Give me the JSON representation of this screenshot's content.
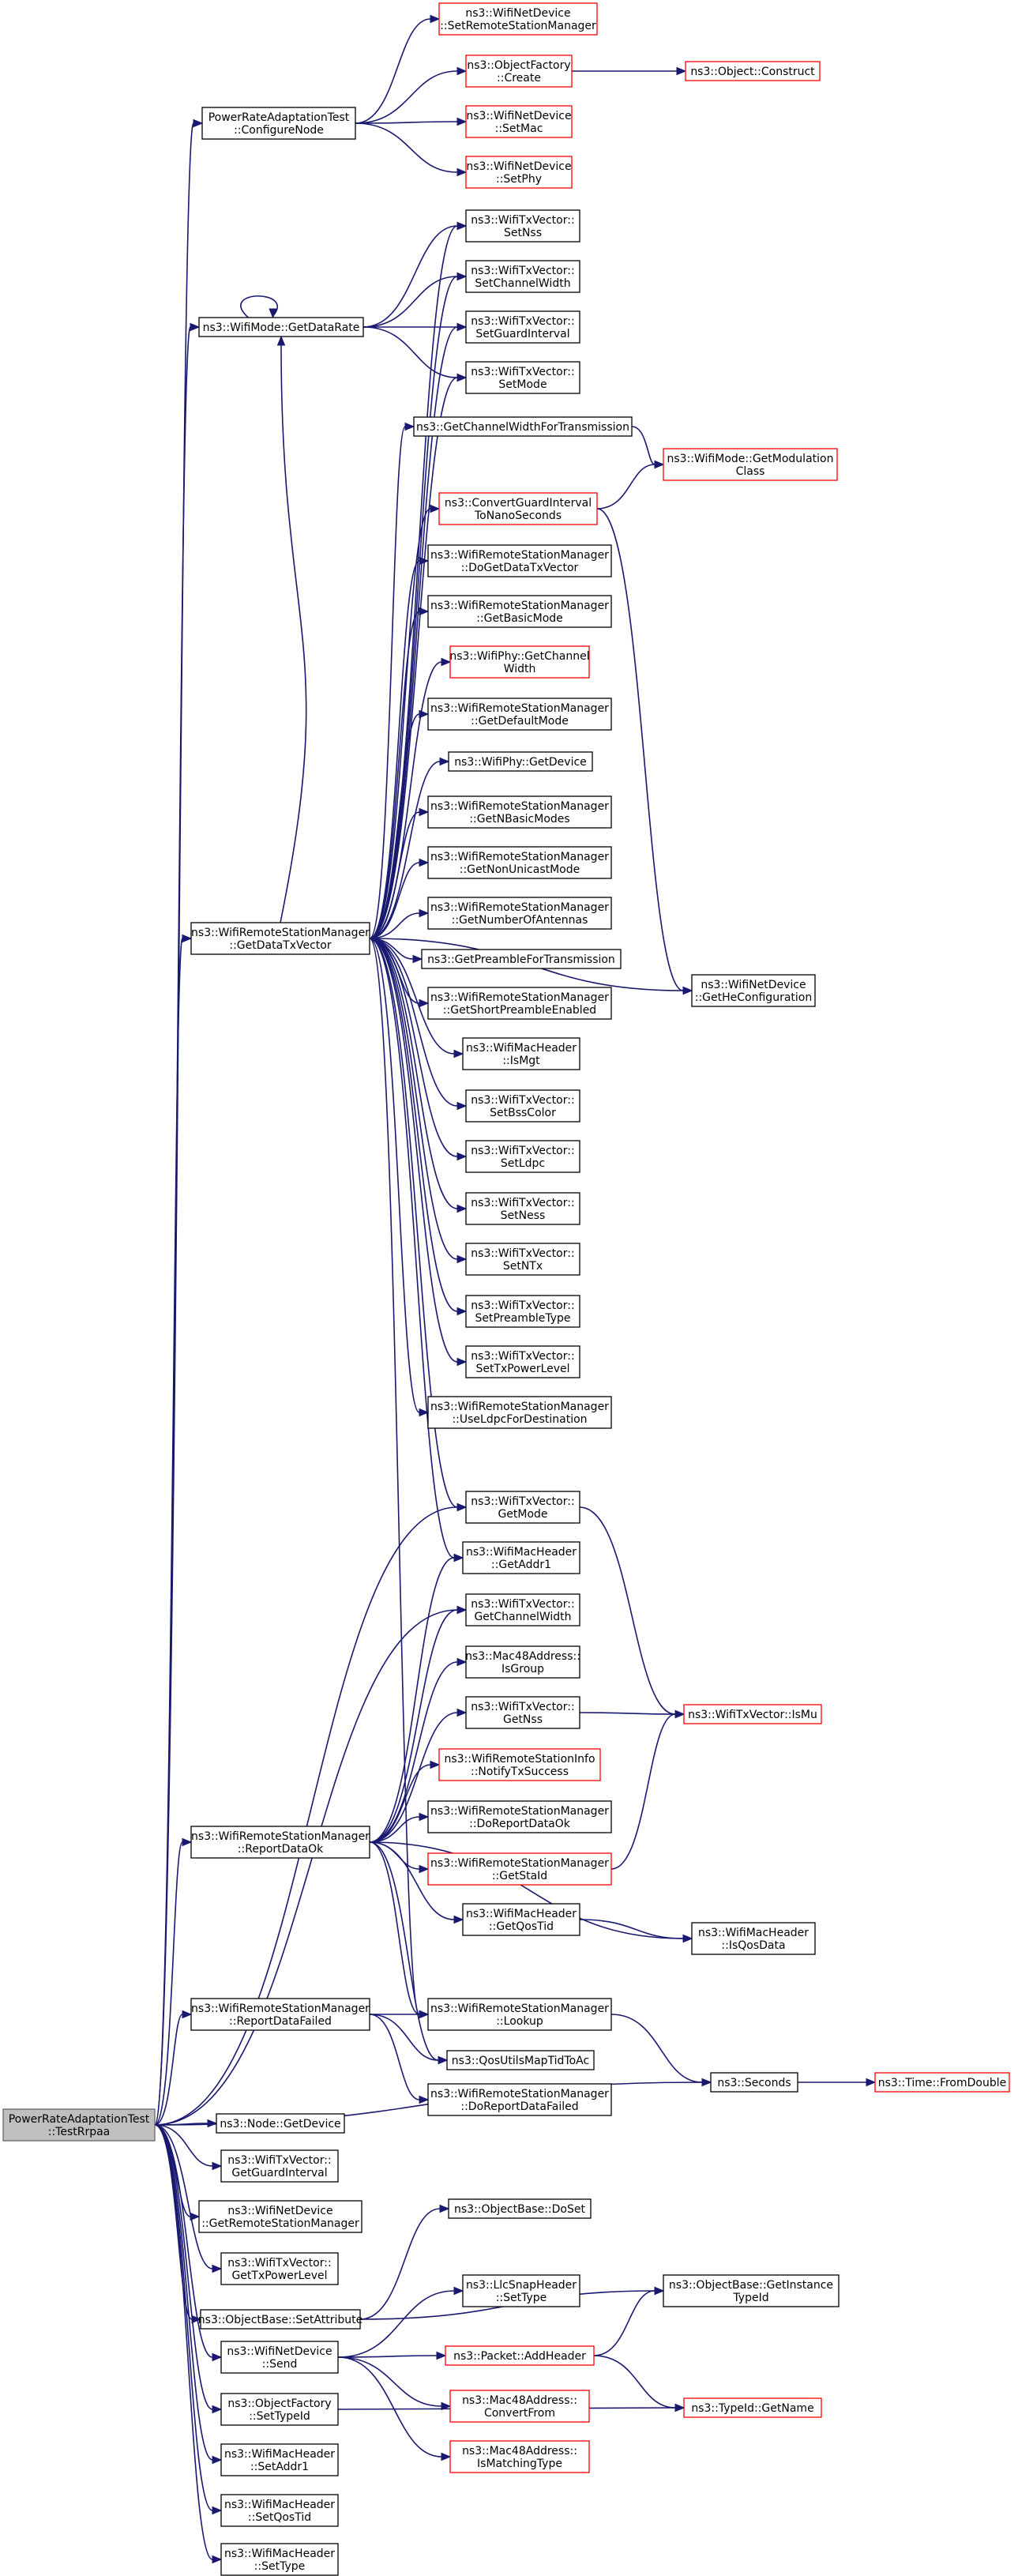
{
  "graph": {
    "nodes": [
      {
        "id": "root",
        "lines": [
          "PowerRateAdaptationTest",
          "::TestRrpaa"
        ],
        "kind": "root"
      },
      {
        "id": "configureNode",
        "lines": [
          "PowerRateAdaptationTest",
          "::ConfigureNode"
        ]
      },
      {
        "id": "setRemoteStationManager",
        "lines": [
          "ns3::WifiNetDevice",
          "::SetRemoteStationManager"
        ],
        "kind": "red"
      },
      {
        "id": "objectFactoryCreate",
        "lines": [
          "ns3::ObjectFactory",
          "::Create"
        ],
        "kind": "red"
      },
      {
        "id": "objectConstruct",
        "lines": [
          "ns3::Object::Construct"
        ],
        "kind": "red"
      },
      {
        "id": "setMac",
        "lines": [
          "ns3::WifiNetDevice",
          "::SetMac"
        ],
        "kind": "red"
      },
      {
        "id": "setPhy",
        "lines": [
          "ns3::WifiNetDevice",
          "::SetPhy"
        ],
        "kind": "red"
      },
      {
        "id": "getDataRate",
        "lines": [
          "ns3::WifiMode::GetDataRate"
        ]
      },
      {
        "id": "setNss",
        "lines": [
          "ns3::WifiTxVector::",
          "SetNss"
        ]
      },
      {
        "id": "setChannelWidth",
        "lines": [
          "ns3::WifiTxVector::",
          "SetChannelWidth"
        ]
      },
      {
        "id": "setGuardInterval",
        "lines": [
          "ns3::WifiTxVector::",
          "SetGuardInterval"
        ]
      },
      {
        "id": "setMode",
        "lines": [
          "ns3::WifiTxVector::",
          "SetMode"
        ]
      },
      {
        "id": "getChannelWidthForTx",
        "lines": [
          "ns3::GetChannelWidthForTransmission"
        ]
      },
      {
        "id": "getModulationClass",
        "lines": [
          "ns3::WifiMode::GetModulation",
          "Class"
        ],
        "kind": "red"
      },
      {
        "id": "convertGuardInterval",
        "lines": [
          "ns3::ConvertGuardInterval",
          "ToNanoSeconds"
        ],
        "kind": "red"
      },
      {
        "id": "doGetDataTxVector",
        "lines": [
          "ns3::WifiRemoteStationManager",
          "::DoGetDataTxVector"
        ]
      },
      {
        "id": "getBasicMode",
        "lines": [
          "ns3::WifiRemoteStationManager",
          "::GetBasicMode"
        ]
      },
      {
        "id": "getChannelWidthPhy",
        "lines": [
          "ns3::WifiPhy::GetChannel",
          "Width"
        ],
        "kind": "red"
      },
      {
        "id": "getDefaultMode",
        "lines": [
          "ns3::WifiRemoteStationManager",
          "::GetDefaultMode"
        ]
      },
      {
        "id": "getDevice",
        "lines": [
          "ns3::WifiPhy::GetDevice"
        ]
      },
      {
        "id": "getNBasicModes",
        "lines": [
          "ns3::WifiRemoteStationManager",
          "::GetNBasicModes"
        ]
      },
      {
        "id": "getNonUnicastMode",
        "lines": [
          "ns3::WifiRemoteStationManager",
          "::GetNonUnicastMode"
        ]
      },
      {
        "id": "getNumberOfAntennas",
        "lines": [
          "ns3::WifiRemoteStationManager",
          "::GetNumberOfAntennas"
        ]
      },
      {
        "id": "getDataTxVector",
        "lines": [
          "ns3::WifiRemoteStationManager",
          "::GetDataTxVector"
        ]
      },
      {
        "id": "getPreambleForTx",
        "lines": [
          "ns3::GetPreambleForTransmission"
        ]
      },
      {
        "id": "getShortPreambleEnabled",
        "lines": [
          "ns3::WifiRemoteStationManager",
          "::GetShortPreambleEnabled"
        ]
      },
      {
        "id": "getHeConfiguration",
        "lines": [
          "ns3::WifiNetDevice",
          "::GetHeConfiguration"
        ]
      },
      {
        "id": "isMgt",
        "lines": [
          "ns3::WifiMacHeader",
          "::IsMgt"
        ]
      },
      {
        "id": "setBssColor",
        "lines": [
          "ns3::WifiTxVector::",
          "SetBssColor"
        ]
      },
      {
        "id": "setLdpc",
        "lines": [
          "ns3::WifiTxVector::",
          "SetLdpc"
        ]
      },
      {
        "id": "setNess",
        "lines": [
          "ns3::WifiTxVector::",
          "SetNess"
        ]
      },
      {
        "id": "setNTx",
        "lines": [
          "ns3::WifiTxVector::",
          "SetNTx"
        ]
      },
      {
        "id": "setPreambleType",
        "lines": [
          "ns3::WifiTxVector::",
          "SetPreambleType"
        ]
      },
      {
        "id": "setTxPowerLevel",
        "lines": [
          "ns3::WifiTxVector::",
          "SetTxPowerLevel"
        ]
      },
      {
        "id": "useLdpcForDestination",
        "lines": [
          "ns3::WifiRemoteStationManager",
          "::UseLdpcForDestination"
        ]
      },
      {
        "id": "getMode",
        "lines": [
          "ns3::WifiTxVector::",
          "GetMode"
        ]
      },
      {
        "id": "getAddr1",
        "lines": [
          "ns3::WifiMacHeader",
          "::GetAddr1"
        ]
      },
      {
        "id": "getChannelWidthTx",
        "lines": [
          "ns3::WifiTxVector::",
          "GetChannelWidth"
        ]
      },
      {
        "id": "isGroup",
        "lines": [
          "ns3::Mac48Address::",
          "IsGroup"
        ]
      },
      {
        "id": "getNss",
        "lines": [
          "ns3::WifiTxVector::",
          "GetNss"
        ]
      },
      {
        "id": "isMu",
        "lines": [
          "ns3::WifiTxVector::IsMu"
        ],
        "kind": "red"
      },
      {
        "id": "notifyTxSuccess",
        "lines": [
          "ns3::WifiRemoteStationInfo",
          "::NotifyTxSuccess"
        ],
        "kind": "red"
      },
      {
        "id": "reportDataOk",
        "lines": [
          "ns3::WifiRemoteStationManager",
          "::ReportDataOk"
        ]
      },
      {
        "id": "doReportDataOk",
        "lines": [
          "ns3::WifiRemoteStationManager",
          "::DoReportDataOk"
        ]
      },
      {
        "id": "getStaId",
        "lines": [
          "ns3::WifiRemoteStationManager",
          "::GetStaId"
        ],
        "kind": "red"
      },
      {
        "id": "getQosTid",
        "lines": [
          "ns3::WifiMacHeader",
          "::GetQosTid"
        ]
      },
      {
        "id": "isQosData",
        "lines": [
          "ns3::WifiMacHeader",
          "::IsQosData"
        ]
      },
      {
        "id": "reportDataFailed",
        "lines": [
          "ns3::WifiRemoteStationManager",
          "::ReportDataFailed"
        ]
      },
      {
        "id": "lookup",
        "lines": [
          "ns3::WifiRemoteStationManager",
          "::Lookup"
        ]
      },
      {
        "id": "qosUtilsMapTidToAc",
        "lines": [
          "ns3::QosUtilsMapTidToAc"
        ]
      },
      {
        "id": "seconds",
        "lines": [
          "ns3::Seconds"
        ]
      },
      {
        "id": "fromDouble",
        "lines": [
          "ns3::Time::FromDouble"
        ],
        "kind": "red"
      },
      {
        "id": "doReportDataFailed",
        "lines": [
          "ns3::WifiRemoteStationManager",
          "::DoReportDataFailed"
        ]
      },
      {
        "id": "nodeGetDevice",
        "lines": [
          "ns3::Node::GetDevice"
        ]
      },
      {
        "id": "getGuardInterval",
        "lines": [
          "ns3::WifiTxVector::",
          "GetGuardInterval"
        ]
      },
      {
        "id": "getRemoteStationManager",
        "lines": [
          "ns3::WifiNetDevice",
          "::GetRemoteStationManager"
        ]
      },
      {
        "id": "getTxPowerLevel",
        "lines": [
          "ns3::WifiTxVector::",
          "GetTxPowerLevel"
        ]
      },
      {
        "id": "doSet",
        "lines": [
          "ns3::ObjectBase::DoSet"
        ]
      },
      {
        "id": "setAttribute",
        "lines": [
          "ns3::ObjectBase::SetAttribute"
        ]
      },
      {
        "id": "getInstanceTypeId",
        "lines": [
          "ns3::ObjectBase::GetInstance",
          "TypeId"
        ]
      },
      {
        "id": "llcSetType",
        "lines": [
          "ns3::LlcSnapHeader",
          "::SetType"
        ]
      },
      {
        "id": "send",
        "lines": [
          "ns3::WifiNetDevice",
          "::Send"
        ]
      },
      {
        "id": "addHeader",
        "lines": [
          "ns3::Packet::AddHeader"
        ],
        "kind": "red"
      },
      {
        "id": "convertFrom",
        "lines": [
          "ns3::Mac48Address::",
          "ConvertFrom"
        ],
        "kind": "red"
      },
      {
        "id": "setTypeId",
        "lines": [
          "ns3::ObjectFactory",
          "::SetTypeId"
        ]
      },
      {
        "id": "getName",
        "lines": [
          "ns3::TypeId::GetName"
        ],
        "kind": "red"
      },
      {
        "id": "isMatchingType",
        "lines": [
          "ns3::Mac48Address::",
          "IsMatchingType"
        ],
        "kind": "red"
      },
      {
        "id": "setAddr1",
        "lines": [
          "ns3::WifiMacHeader",
          "::SetAddr1"
        ]
      },
      {
        "id": "setQosTid",
        "lines": [
          "ns3::WifiMacHeader",
          "::SetQosTid"
        ]
      },
      {
        "id": "macSetType",
        "lines": [
          "ns3::WifiMacHeader",
          "::SetType"
        ]
      }
    ],
    "edges": [
      [
        "root",
        "configureNode"
      ],
      [
        "configureNode",
        "setRemoteStationManager"
      ],
      [
        "configureNode",
        "objectFactoryCreate"
      ],
      [
        "objectFactoryCreate",
        "objectConstruct"
      ],
      [
        "configureNode",
        "setMac"
      ],
      [
        "configureNode",
        "setPhy"
      ],
      [
        "root",
        "getDataRate"
      ],
      [
        "getDataRate",
        "getDataRate"
      ],
      [
        "getDataRate",
        "setNss"
      ],
      [
        "getDataRate",
        "setChannelWidth"
      ],
      [
        "getDataRate",
        "setGuardInterval"
      ],
      [
        "getDataRate",
        "setMode"
      ],
      [
        "getChannelWidthForTx",
        "getModulationClass"
      ],
      [
        "convertGuardInterval",
        "getModulationClass"
      ],
      [
        "convertGuardInterval",
        "getHeConfiguration"
      ],
      [
        "root",
        "getDataTxVector"
      ],
      [
        "getDataTxVector",
        "getDataRate"
      ],
      [
        "getDataTxVector",
        "setNss"
      ],
      [
        "getDataTxVector",
        "setChannelWidth"
      ],
      [
        "getDataTxVector",
        "setGuardInterval"
      ],
      [
        "getDataTxVector",
        "setMode"
      ],
      [
        "getDataTxVector",
        "getChannelWidthForTx"
      ],
      [
        "getDataTxVector",
        "convertGuardInterval"
      ],
      [
        "getDataTxVector",
        "doGetDataTxVector"
      ],
      [
        "getDataTxVector",
        "getBasicMode"
      ],
      [
        "getDataTxVector",
        "getChannelWidthPhy"
      ],
      [
        "getDataTxVector",
        "getDefaultMode"
      ],
      [
        "getDataTxVector",
        "getDevice"
      ],
      [
        "getDataTxVector",
        "getNBasicModes"
      ],
      [
        "getDataTxVector",
        "getNonUnicastMode"
      ],
      [
        "getDataTxVector",
        "getNumberOfAntennas"
      ],
      [
        "getDataTxVector",
        "getPreambleForTx"
      ],
      [
        "getDataTxVector",
        "getShortPreambleEnabled"
      ],
      [
        "getDataTxVector",
        "isMgt"
      ],
      [
        "getDataTxVector",
        "setBssColor"
      ],
      [
        "getDataTxVector",
        "setLdpc"
      ],
      [
        "getDataTxVector",
        "setNess"
      ],
      [
        "getDataTxVector",
        "setNTx"
      ],
      [
        "getDataTxVector",
        "setPreambleType"
      ],
      [
        "getDataTxVector",
        "setTxPowerLevel"
      ],
      [
        "getDataTxVector",
        "useLdpcForDestination"
      ],
      [
        "getDataTxVector",
        "getHeConfiguration"
      ],
      [
        "getDataTxVector",
        "getMode"
      ],
      [
        "getDataTxVector",
        "getAddr1"
      ],
      [
        "getDataTxVector",
        "lookup"
      ],
      [
        "root",
        "getMode"
      ],
      [
        "getMode",
        "isMu"
      ],
      [
        "root",
        "getChannelWidthTx"
      ],
      [
        "getNss",
        "isMu"
      ],
      [
        "getStaId",
        "isMu"
      ],
      [
        "root",
        "reportDataOk"
      ],
      [
        "reportDataOk",
        "getAddr1"
      ],
      [
        "reportDataOk",
        "getChannelWidthTx"
      ],
      [
        "reportDataOk",
        "isGroup"
      ],
      [
        "reportDataOk",
        "getNss"
      ],
      [
        "reportDataOk",
        "notifyTxSuccess"
      ],
      [
        "reportDataOk",
        "doReportDataOk"
      ],
      [
        "reportDataOk",
        "getStaId"
      ],
      [
        "reportDataOk",
        "getQosTid"
      ],
      [
        "reportDataOk",
        "isQosData"
      ],
      [
        "reportDataOk",
        "lookup"
      ],
      [
        "reportDataOk",
        "qosUtilsMapTidToAc"
      ],
      [
        "getQosTid",
        "isQosData"
      ],
      [
        "root",
        "reportDataFailed"
      ],
      [
        "reportDataFailed",
        "lookup"
      ],
      [
        "reportDataFailed",
        "qosUtilsMapTidToAc"
      ],
      [
        "reportDataFailed",
        "doReportDataFailed"
      ],
      [
        "lookup",
        "seconds"
      ],
      [
        "root",
        "seconds"
      ],
      [
        "seconds",
        "fromDouble"
      ],
      [
        "root",
        "nodeGetDevice"
      ],
      [
        "root",
        "getGuardInterval"
      ],
      [
        "root",
        "getRemoteStationManager"
      ],
      [
        "root",
        "getTxPowerLevel"
      ],
      [
        "root",
        "setAttribute"
      ],
      [
        "setAttribute",
        "doSet"
      ],
      [
        "setAttribute",
        "getInstanceTypeId"
      ],
      [
        "root",
        "send"
      ],
      [
        "send",
        "llcSetType"
      ],
      [
        "send",
        "addHeader"
      ],
      [
        "send",
        "convertFrom"
      ],
      [
        "send",
        "isMatchingType"
      ],
      [
        "addHeader",
        "getInstanceTypeId"
      ],
      [
        "addHeader",
        "getName"
      ],
      [
        "root",
        "setTypeId"
      ],
      [
        "setTypeId",
        "getName"
      ],
      [
        "root",
        "setAddr1"
      ],
      [
        "root",
        "setQosTid"
      ],
      [
        "root",
        "macSetType"
      ]
    ]
  }
}
